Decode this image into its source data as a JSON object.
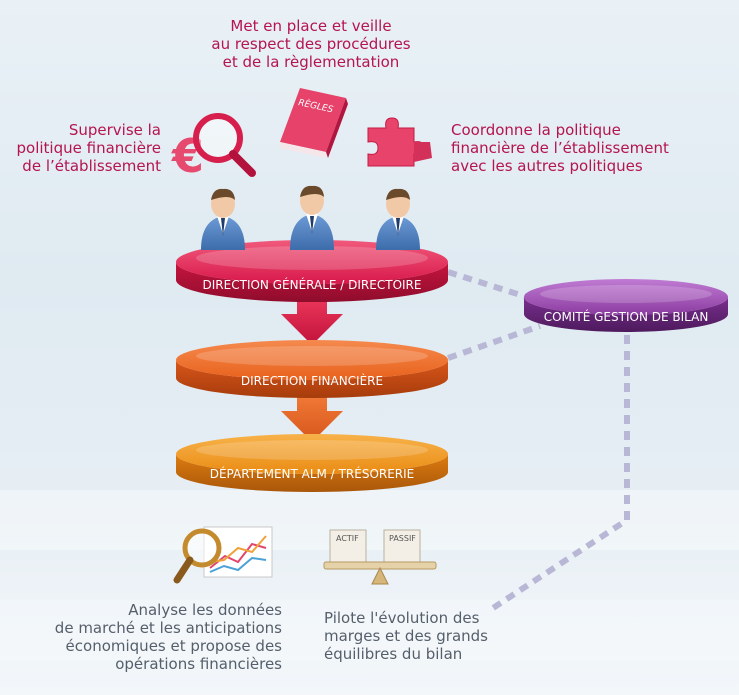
{
  "top_note": [
    "Met en place et veille",
    "au respect des procédures",
    "et de la règlementation"
  ],
  "left_note": [
    "Supervise la",
    "politique financière",
    "de l’établissement"
  ],
  "right_note": [
    "Coordonne la politique",
    "financière de l’établissement",
    "avec les autres politiques"
  ],
  "book_label": "RÈGLES",
  "levels": {
    "direction_generale": "DIRECTION GÉNÉRALE / DIRECTOIRE",
    "direction_financiere": "DIRECTION FINANCIÈRE",
    "departement": "DÉPARTEMENT ALM / TRÉSORERIE",
    "comite": "COMITÉ GESTION DE BILAN"
  },
  "scale_labels": {
    "actif": "ACTIF",
    "passif": "PASSIF"
  },
  "bottom_left_note": [
    "Analyse les données",
    "de marché et les anticipations",
    "économiques et propose des",
    "opérations financières"
  ],
  "bottom_right_note": [
    "Pilote l'évolution des",
    "marges et des grands",
    "équilibres du bilan"
  ],
  "colors": {
    "pink_text": "#b5144f",
    "grey_text": "#555f6b",
    "red_disc": "#d81f4a",
    "orange_disc": "#e8621c",
    "amber_disc": "#e98a12",
    "purple_disc": "#8a3a9e",
    "dotted_line": "#b9b7d6"
  },
  "icons": [
    "euro-magnifier-icon",
    "rules-book-icon",
    "puzzle-icon",
    "businessman-icon",
    "chart-magnifier-icon",
    "balance-scale-icon",
    "down-arrow-icon"
  ]
}
